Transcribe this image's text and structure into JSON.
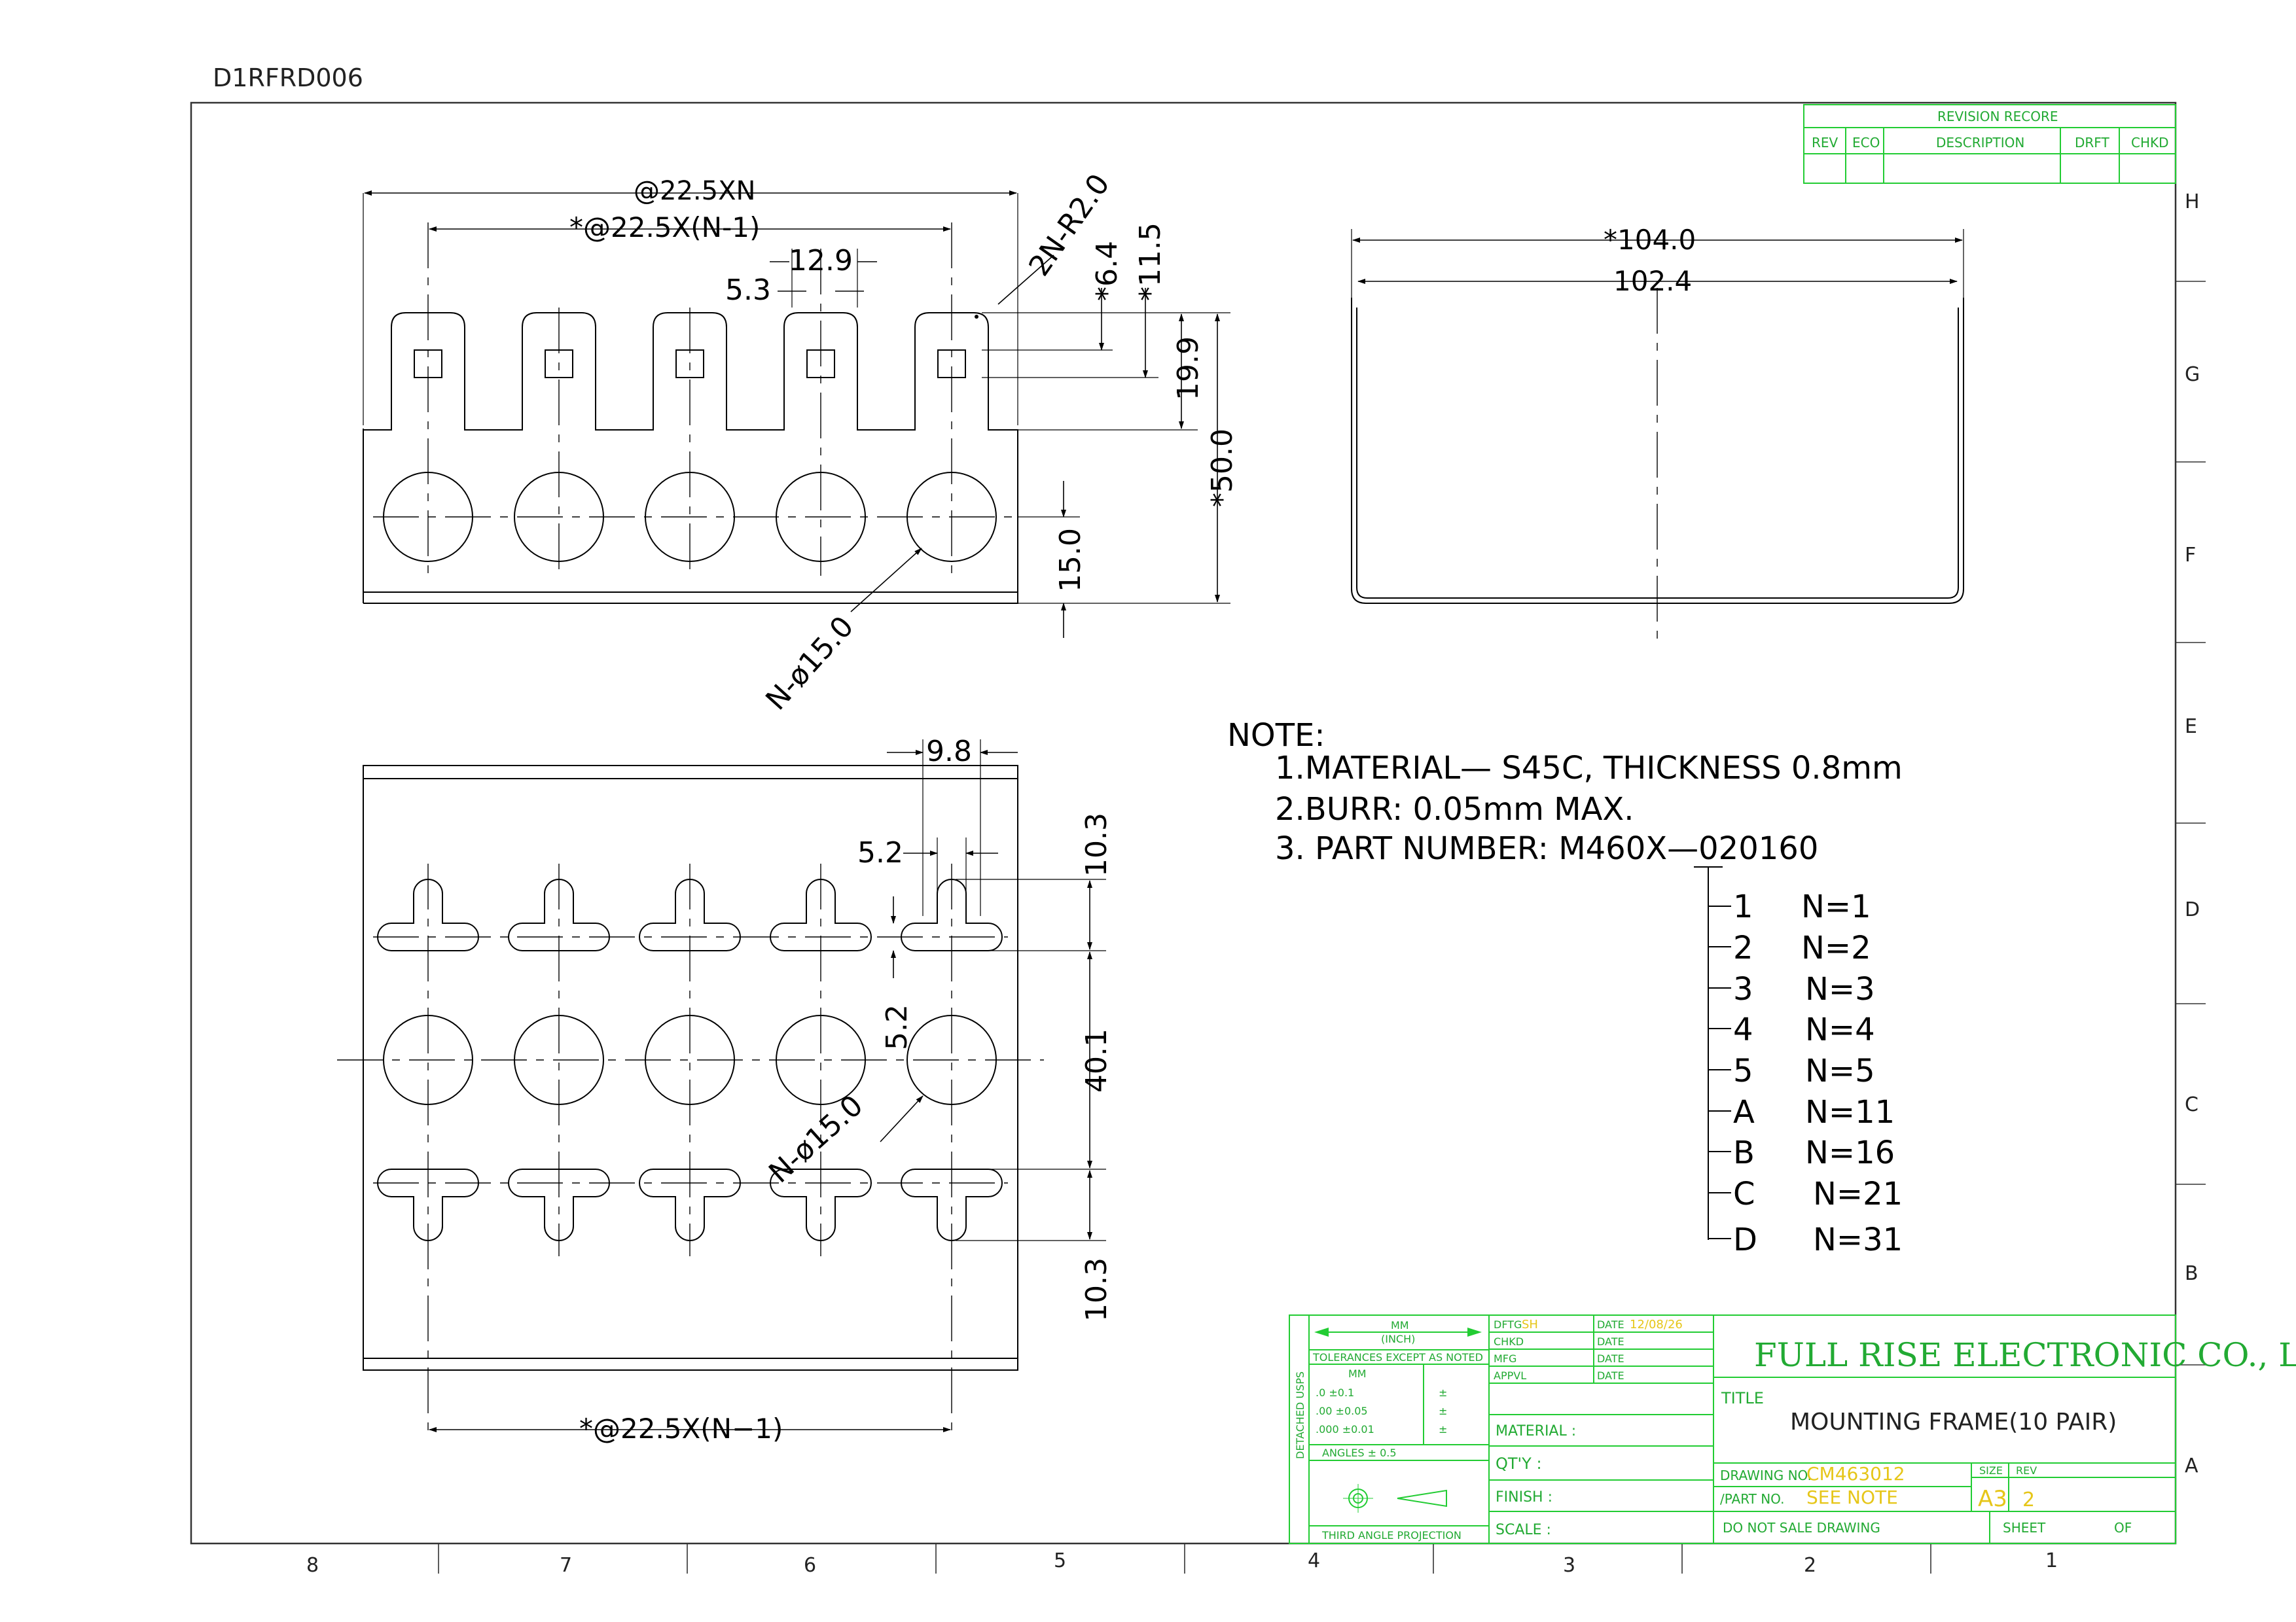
{
  "drawing_id": "D1RFRD006",
  "revision_block": {
    "title": "REVISION RECORE",
    "columns": [
      "REV",
      "ECO",
      "DESCRIPTION",
      "DRFT",
      "CHKD"
    ]
  },
  "zone_letters": [
    "H",
    "G",
    "F",
    "E",
    "D",
    "C",
    "B",
    "A"
  ],
  "zone_numbers": [
    "8",
    "7",
    "6",
    "5",
    "4",
    "3",
    "2",
    "1"
  ],
  "top_view_dims": {
    "overall": "@22.5XN",
    "pitch_total": "*@22.5X(N-1)",
    "slot_pitch": "12.9",
    "slot_gap": "5.3",
    "radius": "2N-R2.0",
    "d64": "*6.4",
    "d115": "*11.5",
    "d199": "19.9",
    "d500": "*50.0",
    "d150": "15.0",
    "hole": "N-ø15.0"
  },
  "side_view_dims": {
    "width_outer": "*104.0",
    "width_inner": "102.4"
  },
  "bottom_view_dims": {
    "d98": "9.8",
    "d52a": "5.2",
    "d52b": "5.2",
    "d103a": "10.3",
    "d401": "40.1",
    "d103b": "10.3",
    "hole": "N-ø15.0",
    "pitch_total": "*@22.5X(N−1)"
  },
  "notes": {
    "heading": "NOTE:",
    "lines": [
      "1.MATERIAL— S45C, THICKNESS 0.8mm",
      "2.BURR: 0.05mm MAX.",
      "3. PART NUMBER: M460X—020160"
    ]
  },
  "part_table": [
    {
      "code": "1",
      "n": "N=1"
    },
    {
      "code": "2",
      "n": "N=2"
    },
    {
      "code": "3",
      "n": "N=3"
    },
    {
      "code": "4",
      "n": "N=4"
    },
    {
      "code": "5",
      "n": "N=5"
    },
    {
      "code": "A",
      "n": "N=11"
    },
    {
      "code": "B",
      "n": "N=16"
    },
    {
      "code": "C",
      "n": "N=21"
    },
    {
      "code": "D",
      "n": "N=31"
    }
  ],
  "title_block": {
    "units_mm": "MM",
    "units_inch": "(INCH)",
    "tolerances_label": "TOLERANCES EXCEPT AS NOTED",
    "tol_header": "MM",
    "tol_rows": [
      ".0  ±0.1",
      ".00  ±0.05",
      ".000  ±0.01"
    ],
    "tol_pm": "±",
    "angles": "ANGLES ± 0.5",
    "projection": "THIRD ANGLE PROJECTION",
    "detached": "DETACHED USPS",
    "roles": [
      "DFTG",
      "CHKD",
      "MFG",
      "APPVL"
    ],
    "dftg_value": "SH",
    "date_label": "DATE",
    "date_value": "12/08/26",
    "material": "MATERIAL :",
    "qty": "QT'Y :",
    "finish": "FINISH :",
    "scale": "SCALE :",
    "company": "FULL RISE ELECTRONIC CO., LTD",
    "title_label": "TITLE",
    "title": "MOUNTING FRAME(10 PAIR)",
    "drawing_no_label": "DRAWING NO.",
    "drawing_no": "CM463012",
    "part_no_label": "/PART  NO.",
    "part_no": "SEE NOTE",
    "size_label": "SIZE",
    "size": "A3",
    "rev_label": "REV",
    "rev": "2",
    "do_not_sale": "DO NOT SALE DRAWING",
    "sheet": "SHEET",
    "of": "OF"
  }
}
